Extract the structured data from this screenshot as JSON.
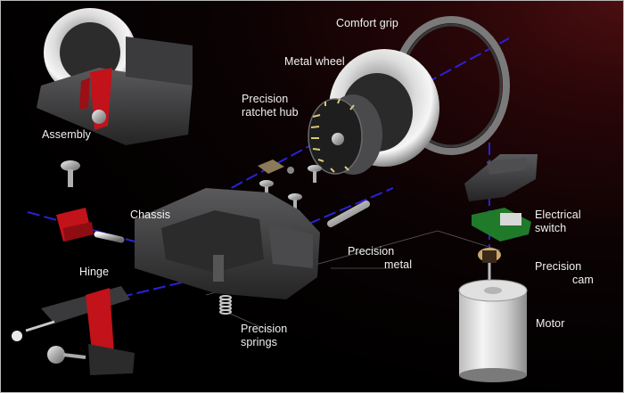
{
  "labels": {
    "assembly": "Assembly",
    "comfort_grip": "Comfort grip",
    "metal_wheel": "Metal wheel",
    "ratchet_hub_1": "Precision",
    "ratchet_hub_2": "ratchet hub",
    "chassis": "Chassis",
    "hinge": "Hinge",
    "metal_1": "Precision",
    "metal_2": "metal",
    "springs_1": "Precision",
    "springs_2": "springs",
    "switch_1": "Electrical",
    "switch_2": "switch",
    "cam_1": "Precision",
    "cam_2": "cam",
    "motor": "Motor"
  },
  "colors": {
    "axis_line": "#2a22d8",
    "leader_line": "#5a5a5a",
    "part_dark": "#3a3a3c",
    "part_red": "#c2121a",
    "metal": "#c9c9c9",
    "pcb_green": "#1f7a2a"
  }
}
